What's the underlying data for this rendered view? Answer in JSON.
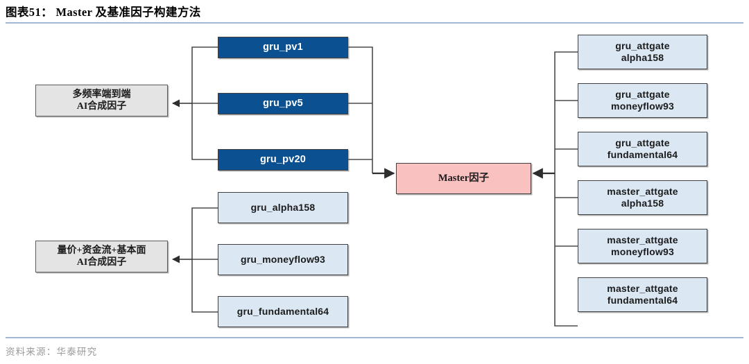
{
  "header": {
    "title": "图表51： Master 及基准因子构建方法"
  },
  "footer": {
    "source": "资料来源：华泰研究"
  },
  "colors": {
    "dark_blue": "#0b5191",
    "light_blue": "#dbe8f4",
    "gray_fill": "#e4e4e4",
    "pink_fill": "#fac1c1",
    "rule_blue": "#9fb6d4",
    "wire": "#4a4a4a"
  },
  "diagram": {
    "type": "flow-diagram",
    "center": {
      "label": "Master因子"
    },
    "groups": [
      {
        "name": "multi-frequency-end-to-end",
        "aggregate_label_line1": "多频率端到端",
        "aggregate_label_line2": "AI合成因子",
        "style": "dark",
        "nodes": [
          {
            "label": "gru_pv1"
          },
          {
            "label": "gru_pv5"
          },
          {
            "label": "gru_pv20"
          }
        ]
      },
      {
        "name": "price-volume-moneyflow-fundamental",
        "aggregate_label_line1": "量价+资金流+基本面",
        "aggregate_label_line2": "AI合成因子",
        "style": "light",
        "nodes": [
          {
            "label": "gru_alpha158"
          },
          {
            "label": "gru_moneyflow93"
          },
          {
            "label": "gru_fundamental64"
          }
        ]
      },
      {
        "name": "benchmark-attgate-models",
        "style": "light",
        "nodes": [
          {
            "line1": "gru_attgate",
            "line2": "alpha158"
          },
          {
            "line1": "gru_attgate",
            "line2": "moneyflow93"
          },
          {
            "line1": "gru_attgate",
            "line2": "fundamental64"
          },
          {
            "line1": "master_attgate",
            "line2": "alpha158"
          },
          {
            "line1": "master_attgate",
            "line2": "moneyflow93"
          },
          {
            "line1": "master_attgate",
            "line2": "fundamental64"
          }
        ]
      }
    ]
  }
}
